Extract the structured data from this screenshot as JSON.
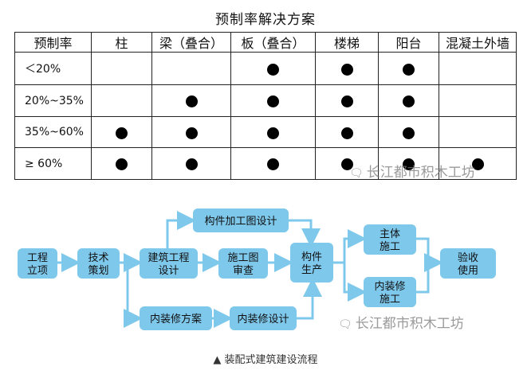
{
  "table": {
    "title": "预制率解决方案",
    "corner": "预制率",
    "columns": [
      "柱",
      "梁（叠合）",
      "板（叠合）",
      "楼梯",
      "阳台",
      "混凝土外墙"
    ],
    "rows": [
      {
        "label": "＜20%",
        "cells": [
          false,
          false,
          true,
          true,
          true,
          false
        ]
      },
      {
        "label": "20%~35%",
        "cells": [
          false,
          true,
          true,
          true,
          true,
          false
        ]
      },
      {
        "label": "35%~60%",
        "cells": [
          true,
          true,
          true,
          true,
          true,
          false
        ]
      },
      {
        "label": "≥ 60%",
        "cells": [
          true,
          true,
          true,
          true,
          true,
          true
        ]
      }
    ]
  },
  "watermark": {
    "text": "长江都市积木工坊",
    "logo": "wechat-logo-icon"
  },
  "flow": {
    "nodes": {
      "start": [
        "工程",
        "立项"
      ],
      "tech": [
        "技术",
        "策划"
      ],
      "design": [
        "建筑工程",
        "设计"
      ],
      "component_drawing": [
        "构件加工图设计"
      ],
      "review": [
        "施工图",
        "审查"
      ],
      "production": [
        "构件",
        "生产"
      ],
      "main": [
        "主体",
        "施工"
      ],
      "interior_build": [
        "内装修",
        "施工"
      ],
      "accept": [
        "验收",
        "使用"
      ],
      "interior_plan": [
        "内装修方案"
      ],
      "interior_design": [
        "内装修设计"
      ]
    },
    "box_color": "#7ec8ec",
    "arrow_color": "#7ec8ec"
  },
  "caption": "▲ 装配式建筑建设流程"
}
